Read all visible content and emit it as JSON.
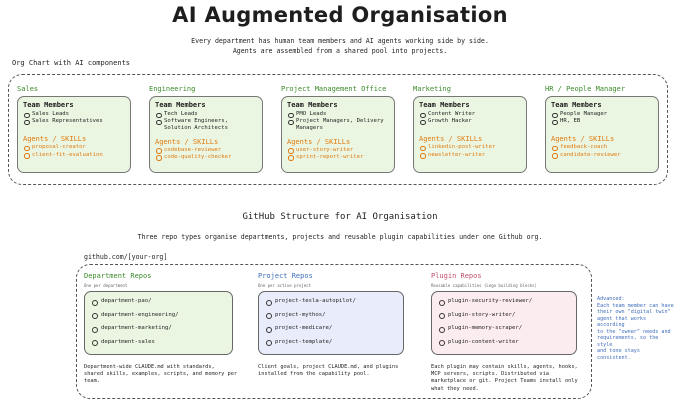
{
  "header": {
    "title": "AI Augmented Organisation",
    "subtitle_line1": "Every department has human team members and AI agents working side by side.",
    "subtitle_line2": "Agents are assembled from a shared pool into projects."
  },
  "org_chart": {
    "label": "Org Chart with AI components",
    "team_members_heading": "Team Members",
    "agents_heading": "Agents / SKILLs",
    "departments": [
      {
        "name": "Sales",
        "members": [
          "Sales Leads",
          "Sales Representatives"
        ],
        "agents": [
          "proposal-creator",
          "client-fit-evaluation"
        ]
      },
      {
        "name": "Engineering",
        "members": [
          "Tech Leads",
          "Software Engineers, Solution Architects"
        ],
        "agents": [
          "codebase-reviewer",
          "code-quality-checker"
        ]
      },
      {
        "name": "Project Management Office",
        "members": [
          "PMO Leads",
          "Project Managers, Delivery Managers"
        ],
        "agents": [
          "user-story-writer",
          "sprint-report-writer"
        ]
      },
      {
        "name": "Marketing",
        "members": [
          "Content Writer",
          "Growth Hacker"
        ],
        "agents": [
          "linkedin-post-writer",
          "newsletter-writer"
        ]
      },
      {
        "name": "HR / People Manager",
        "members": [
          "People Manager",
          "HR, EB"
        ],
        "agents": [
          "feedback-coach",
          "candidate-reviewer"
        ]
      }
    ]
  },
  "github": {
    "title": "GitHub Structure for AI Organisation",
    "subtitle": "Three repo types organise departments, projects and reusable plugin capabilities under one Github org.",
    "org_url": "github.com/[your-org]",
    "repos": [
      {
        "title": "Department Repos",
        "sub": "One per department",
        "items": [
          "department-pao/",
          "department-engineering/",
          "department-marketing/",
          "department-sales"
        ],
        "desc_lines": [
          "Department-wide CLAUDE.md with standards,",
          "shared skills, examples, scripts, and memory per",
          "team."
        ]
      },
      {
        "title": "Project Repos",
        "sub": "One per active project",
        "items": [
          "project-tesla-autopilot/",
          "project-mythos/",
          "project-medicare/",
          "project-template/"
        ],
        "desc_lines": [
          "Client goals, project CLAUDE.md, and plugins",
          "installed from the capability pool."
        ]
      },
      {
        "title": "Plugin Repos",
        "sub": "Reusable capabilities (Lego building blocks)",
        "items": [
          "plugin-security-reviewer/",
          "plugin-story-writer/",
          "plugin-memory-scraper/",
          "plugin-content-writer"
        ],
        "desc_lines": [
          "Each plugin may contain skills, agents, hooks,",
          "MCP servers, scripts. Distributed via",
          "marketplace or git. Project Teams install only",
          "what they need."
        ]
      }
    ],
    "advanced_note_lines": [
      "Advanced:",
      "Each team member can have",
      "their own \"digital twin\"",
      "agent that works according",
      "to the \"owner\" needs and",
      "requirements, so the style",
      "and tone stays consistent."
    ]
  },
  "colors": {
    "dept_green": "#3b8a2a",
    "card_green_bg": "#eaf6e2",
    "agent_orange": "#e07a10",
    "project_blue": "#3e6dbb",
    "plugin_pink_bg": "#fbecef",
    "project_blue_bg": "#e9edfb"
  }
}
